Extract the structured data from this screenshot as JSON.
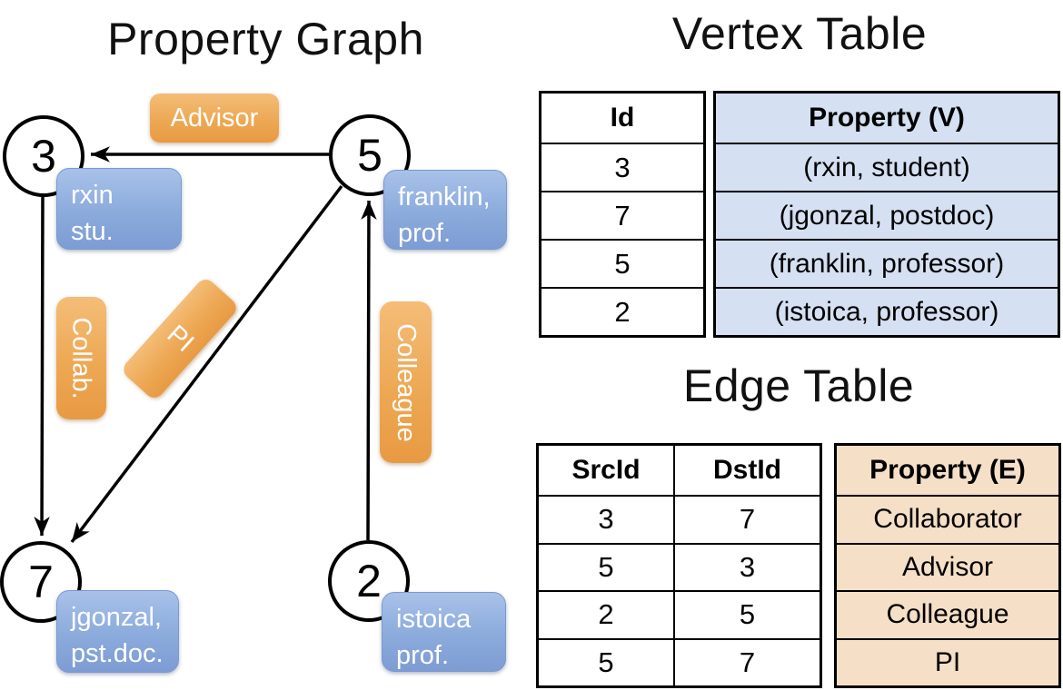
{
  "graph": {
    "title": "Property Graph",
    "nodes": [
      {
        "id": "3",
        "line1": "rxin",
        "line2": "stu."
      },
      {
        "id": "5",
        "line1": "franklin,",
        "line2": "prof."
      },
      {
        "id": "7",
        "line1": "jgonzal,",
        "line2": "pst.doc."
      },
      {
        "id": "2",
        "line1": "istoica",
        "line2": "prof."
      }
    ],
    "edge_labels": {
      "advisor": "Advisor",
      "collab": "Collab.",
      "pi": "PI",
      "colleague": "Colleague"
    },
    "edges": [
      {
        "src": "5",
        "dst": "3",
        "label": "Advisor"
      },
      {
        "src": "3",
        "dst": "7",
        "label": "Collab."
      },
      {
        "src": "5",
        "dst": "7",
        "label": "PI"
      },
      {
        "src": "2",
        "dst": "5",
        "label": "Colleague"
      }
    ]
  },
  "vertex_table": {
    "title": "Vertex Table",
    "columns": {
      "id": "Id",
      "property": "Property (V)"
    },
    "rows": [
      {
        "id": "3",
        "property": "(rxin, student)"
      },
      {
        "id": "7",
        "property": "(jgonzal, postdoc)"
      },
      {
        "id": "5",
        "property": "(franklin, professor)"
      },
      {
        "id": "2",
        "property": "(istoica, professor)"
      }
    ]
  },
  "edge_table": {
    "title": "Edge Table",
    "columns": {
      "src": "SrcId",
      "dst": "DstId",
      "property": "Property (E)"
    },
    "rows": [
      {
        "src": "3",
        "dst": "7",
        "property": "Collaborator"
      },
      {
        "src": "5",
        "dst": "3",
        "property": "Advisor"
      },
      {
        "src": "2",
        "dst": "5",
        "property": "Colleague"
      },
      {
        "src": "5",
        "dst": "7",
        "property": "PI"
      }
    ]
  },
  "colors": {
    "node_fill": "#ffffff",
    "node_border": "#000000",
    "edge_label_orange_top": "#f4bd78",
    "edge_label_orange_bottom": "#e89a42",
    "vertex_label_blue_top": "#a8c1e9",
    "vertex_label_blue_bottom": "#7d9cd4",
    "vertex_property_fill": "#d5e0f2",
    "edge_property_fill": "#f5dfc6",
    "table_border": "#000000"
  }
}
